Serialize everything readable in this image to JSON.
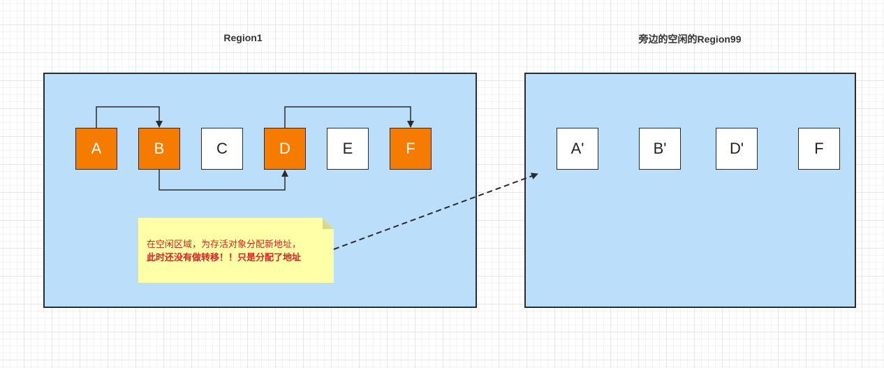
{
  "titles": {
    "left": "Region1",
    "right": "旁边的空闲的Region99"
  },
  "left_region": {
    "boxes": [
      {
        "label": "A",
        "style": "orange"
      },
      {
        "label": "B",
        "style": "orange"
      },
      {
        "label": "C",
        "style": "white"
      },
      {
        "label": "D",
        "style": "orange"
      },
      {
        "label": "E",
        "style": "white"
      },
      {
        "label": "F",
        "style": "orange"
      }
    ]
  },
  "right_region": {
    "boxes": [
      {
        "label": "A'"
      },
      {
        "label": "B'"
      },
      {
        "label": "D'"
      },
      {
        "label": "F"
      }
    ]
  },
  "note": {
    "line1": "在空闲区域，为存活对象分配新地址，",
    "line2": "此时还没有做转移！！只是分配了地址"
  },
  "colors": {
    "region_fill": "#bbdefb",
    "live_object": "#f57c00",
    "note_fill": "#ffffa8",
    "note_text": "#e02020"
  }
}
